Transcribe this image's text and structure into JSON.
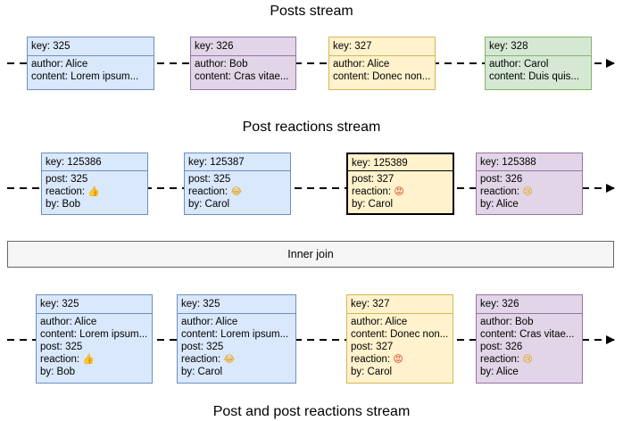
{
  "colors": {
    "blue_fill": "#dae8fc",
    "blue_border": "#6c8ebf",
    "purple_fill": "#e1d5e7",
    "purple_border": "#9673a6",
    "yellow_fill": "#fff2cc",
    "yellow_border": "#d6b656",
    "green_fill": "#d5e8d4",
    "green_border": "#82b366",
    "line": "#000000"
  },
  "posts_stream": {
    "title": "Posts stream",
    "cards": [
      {
        "key": "key: 325",
        "author": "author: Alice",
        "content": "content: Lorem ipsum..."
      },
      {
        "key": "key: 326",
        "author": "author: Bob",
        "content": "content: Cras vitae..."
      },
      {
        "key": "key: 327",
        "author": "author: Alice",
        "content": "content: Donec non..."
      },
      {
        "key": "key: 328",
        "author": "author: Carol",
        "content": "content: Duis quis..."
      }
    ]
  },
  "reactions_stream": {
    "title": "Post reactions stream",
    "cards": [
      {
        "key": "key: 125386",
        "post": "post: 325",
        "reaction": "reaction:",
        "emoji": "👍",
        "emoji_name": "thumbs-up-icon",
        "by": "by: Bob"
      },
      {
        "key": "key: 125387",
        "post": "post: 325",
        "reaction": "reaction:",
        "emoji": "😂",
        "emoji_name": "laughing-face-icon",
        "by": "by: Carol"
      },
      {
        "key": "key: 125389",
        "post": "post: 327",
        "reaction": "reaction:",
        "emoji": "😡",
        "emoji_name": "angry-face-icon",
        "by": "by: Carol"
      },
      {
        "key": "key: 125388",
        "post": "post: 326",
        "reaction": "reaction:",
        "emoji": "😢",
        "emoji_name": "crying-face-icon",
        "by": "by: Alice"
      }
    ]
  },
  "join": {
    "label": "Inner join"
  },
  "joined_stream": {
    "title": "Post and post reactions stream",
    "cards": [
      {
        "key": "key: 325",
        "author": "author: Alice",
        "content": "content: Lorem ipsum...",
        "post": "post: 325",
        "reaction": "reaction:",
        "emoji": "👍",
        "emoji_name": "thumbs-up-icon",
        "by": "by: Bob"
      },
      {
        "key": "key: 325",
        "author": "author: Alice",
        "content": "content: Lorem ipsum...",
        "post": "post: 325",
        "reaction": "reaction:",
        "emoji": "😂",
        "emoji_name": "laughing-face-icon",
        "by": "by: Carol"
      },
      {
        "key": "key: 327",
        "author": "author: Alice",
        "content": "content: Donec non...",
        "post": "post: 327",
        "reaction": "reaction:",
        "emoji": "😡",
        "emoji_name": "angry-face-icon",
        "by": "by: Carol"
      },
      {
        "key": "key: 326",
        "author": "author: Bob",
        "content": "content: Cras vitae...",
        "post": "post: 326",
        "reaction": "reaction:",
        "emoji": "😢",
        "emoji_name": "crying-face-icon",
        "by": "by: Alice"
      }
    ]
  }
}
